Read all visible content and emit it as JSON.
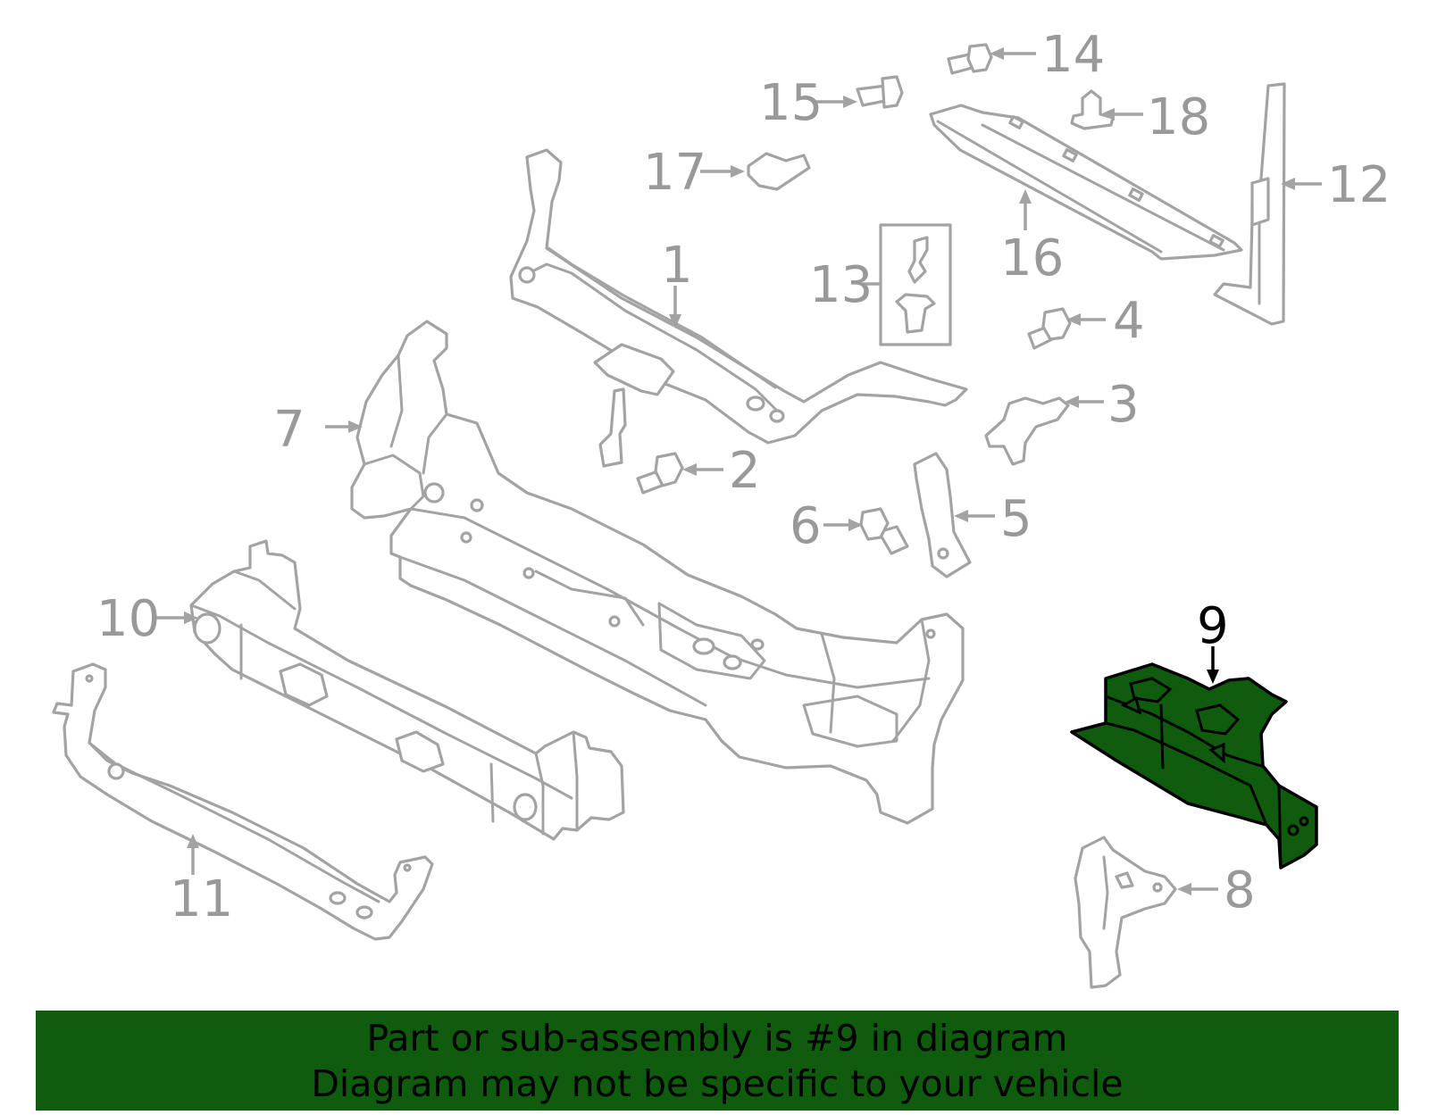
{
  "diagram": {
    "highlighted_part": "9",
    "highlight_color": "#0f5c0f",
    "part_color": "#a3a3a3",
    "callouts": {
      "c1": "1",
      "c2": "2",
      "c3": "3",
      "c4": "4",
      "c5": "5",
      "c6": "6",
      "c7": "7",
      "c8": "8",
      "c9": "9",
      "c10": "10",
      "c11": "11",
      "c12": "12",
      "c13": "13",
      "c14": "14",
      "c15": "15",
      "c16": "16",
      "c17": "17",
      "c18": "18"
    }
  },
  "banner": {
    "line1": "Part or sub-assembly is #9 in diagram",
    "line2": "Diagram may not be specific to your vehicle",
    "background": "#0f5c0f"
  }
}
